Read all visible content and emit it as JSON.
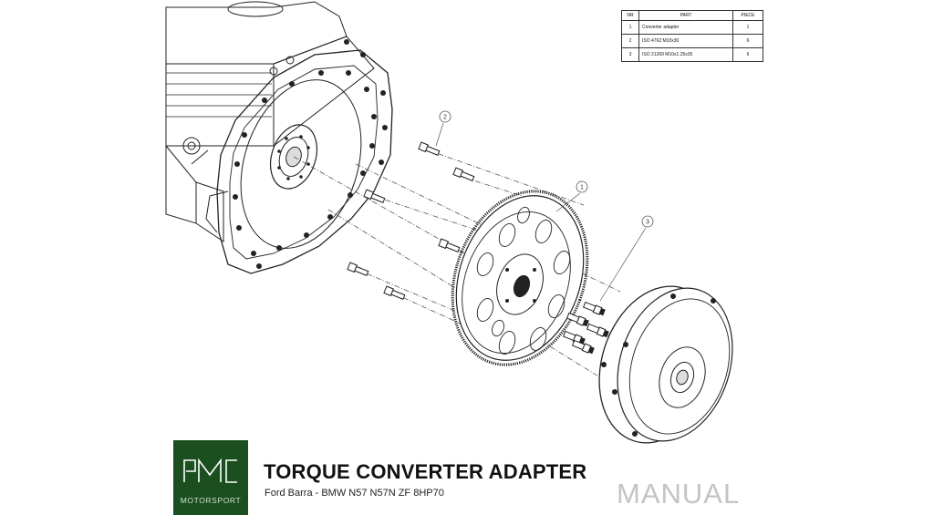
{
  "parts_table": {
    "headers": {
      "nr": "NR",
      "part": "PART",
      "piece": "PIECE"
    },
    "rows": [
      {
        "nr": "1",
        "part": "Converter adapter",
        "piece": "1"
      },
      {
        "nr": "2",
        "part": "ISO 4762 M10x30",
        "piece": "6"
      },
      {
        "nr": "3",
        "part": "ISO 21269 M10x1.25x35",
        "piece": "6"
      }
    ]
  },
  "callouts": {
    "c1": "1",
    "c2": "2",
    "c3": "3"
  },
  "branding": {
    "logo_text": "MOTORSPORT",
    "logo_color": "#1b4f1f",
    "title": "TORQUE CONVERTER ADAPTER",
    "subtitle": "Ford Barra - BMW N57 N57N ZF 8HP70",
    "doc_type": "MANUAL"
  }
}
